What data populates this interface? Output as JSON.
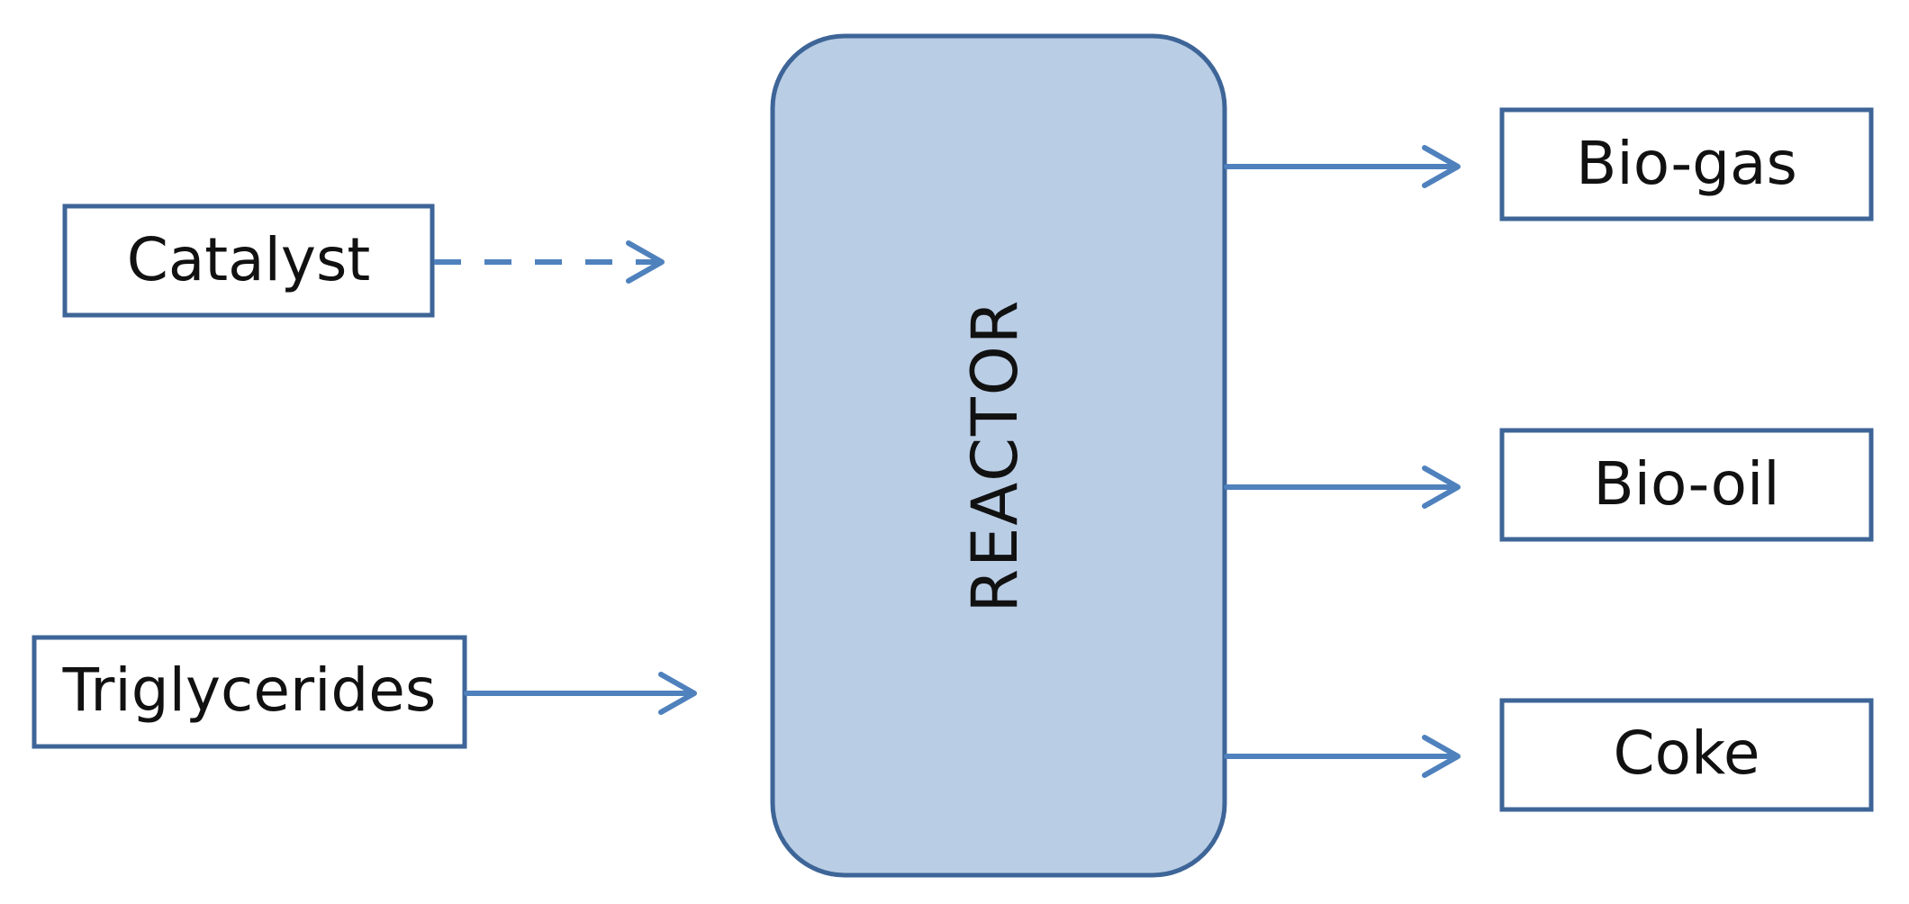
{
  "diagram": {
    "colors": {
      "box_stroke": "#3E6597",
      "reactor_fill": "#B9CDE5",
      "arrow": "#4F81BD",
      "text": "#111111",
      "background": "#FFFFFF"
    },
    "inputs": [
      {
        "id": "catalyst",
        "label": "Catalyst",
        "arrow_style": "dashed"
      },
      {
        "id": "triglycerides",
        "label": "Triglycerides",
        "arrow_style": "solid"
      }
    ],
    "reactor": {
      "label": "REACTOR"
    },
    "outputs": [
      {
        "id": "bio-gas",
        "label": "Bio-gas"
      },
      {
        "id": "bio-oil",
        "label": "Bio-oil"
      },
      {
        "id": "coke",
        "label": "Coke"
      }
    ],
    "flows": [
      {
        "from": "Catalyst",
        "to": "REACTOR",
        "style": "dashed"
      },
      {
        "from": "Triglycerides",
        "to": "REACTOR",
        "style": "solid"
      },
      {
        "from": "REACTOR",
        "to": "Bio-gas",
        "style": "solid"
      },
      {
        "from": "REACTOR",
        "to": "Bio-oil",
        "style": "solid"
      },
      {
        "from": "REACTOR",
        "to": "Coke",
        "style": "solid"
      }
    ]
  }
}
